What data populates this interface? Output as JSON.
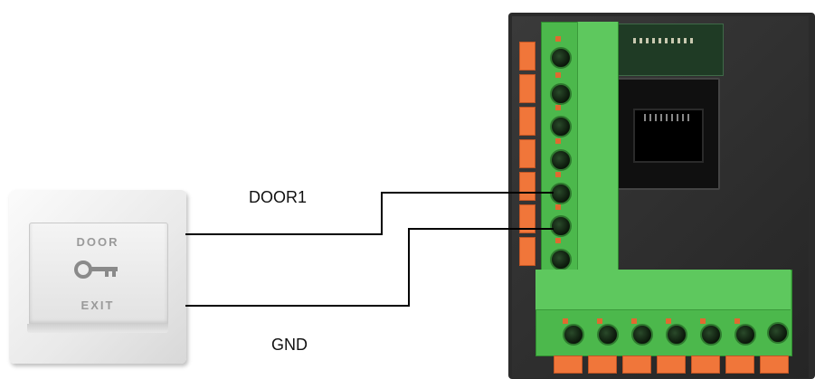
{
  "exit_button": {
    "door_text": "DOOR",
    "exit_text": "EXIT",
    "icon": "key-icon"
  },
  "wires": {
    "door1_label": "DOOR1",
    "gnd_label": "GND"
  },
  "colors": {
    "terminal_green": "#4cb84c",
    "terminal_tab_orange": "#f0763a",
    "board_dark": "#2b2b2b",
    "wire": "#000000"
  }
}
